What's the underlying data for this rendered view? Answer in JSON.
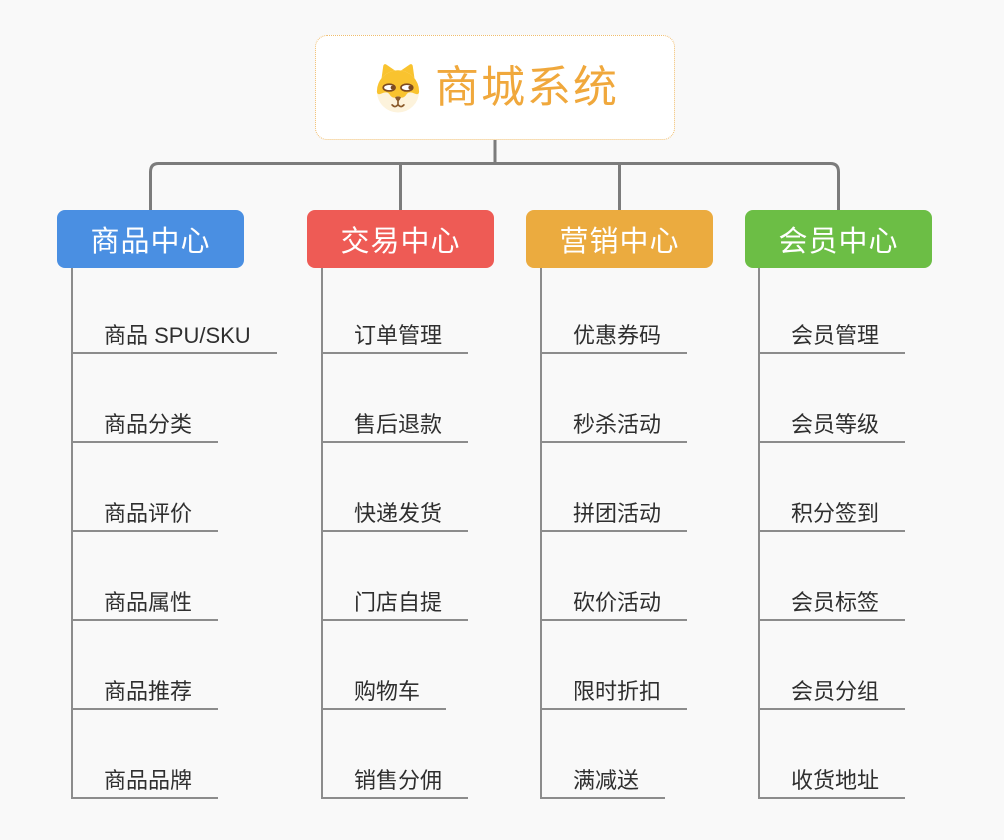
{
  "root": {
    "title": "商城系统",
    "icon": "dog-face-icon"
  },
  "branches": [
    {
      "id": "product-center",
      "label": "商品中心",
      "color": "#4a8fe2",
      "children": [
        "商品 SPU/SKU",
        "商品分类",
        "商品评价",
        "商品属性",
        "商品推荐",
        "商品品牌"
      ]
    },
    {
      "id": "trade-center",
      "label": "交易中心",
      "color": "#ee5b55",
      "children": [
        "订单管理",
        "售后退款",
        "快递发货",
        "门店自提",
        "购物车",
        "销售分佣"
      ]
    },
    {
      "id": "marketing-center",
      "label": "营销中心",
      "color": "#ebab3f",
      "children": [
        "优惠券码",
        "秒杀活动",
        "拼团活动",
        "砍价活动",
        "限时折扣",
        "满减送"
      ]
    },
    {
      "id": "member-center",
      "label": "会员中心",
      "color": "#6cbe45",
      "children": [
        "会员管理",
        "会员等级",
        "积分签到",
        "会员标签",
        "会员分组",
        "收货地址"
      ]
    }
  ],
  "colors": {
    "background": "#f9f9f9",
    "root_text": "#f0a83c",
    "root_border": "#f0bd6d",
    "connector": "#7c7c7c",
    "underline": "#8c8c8c",
    "child_text": "#2f2f2f"
  }
}
